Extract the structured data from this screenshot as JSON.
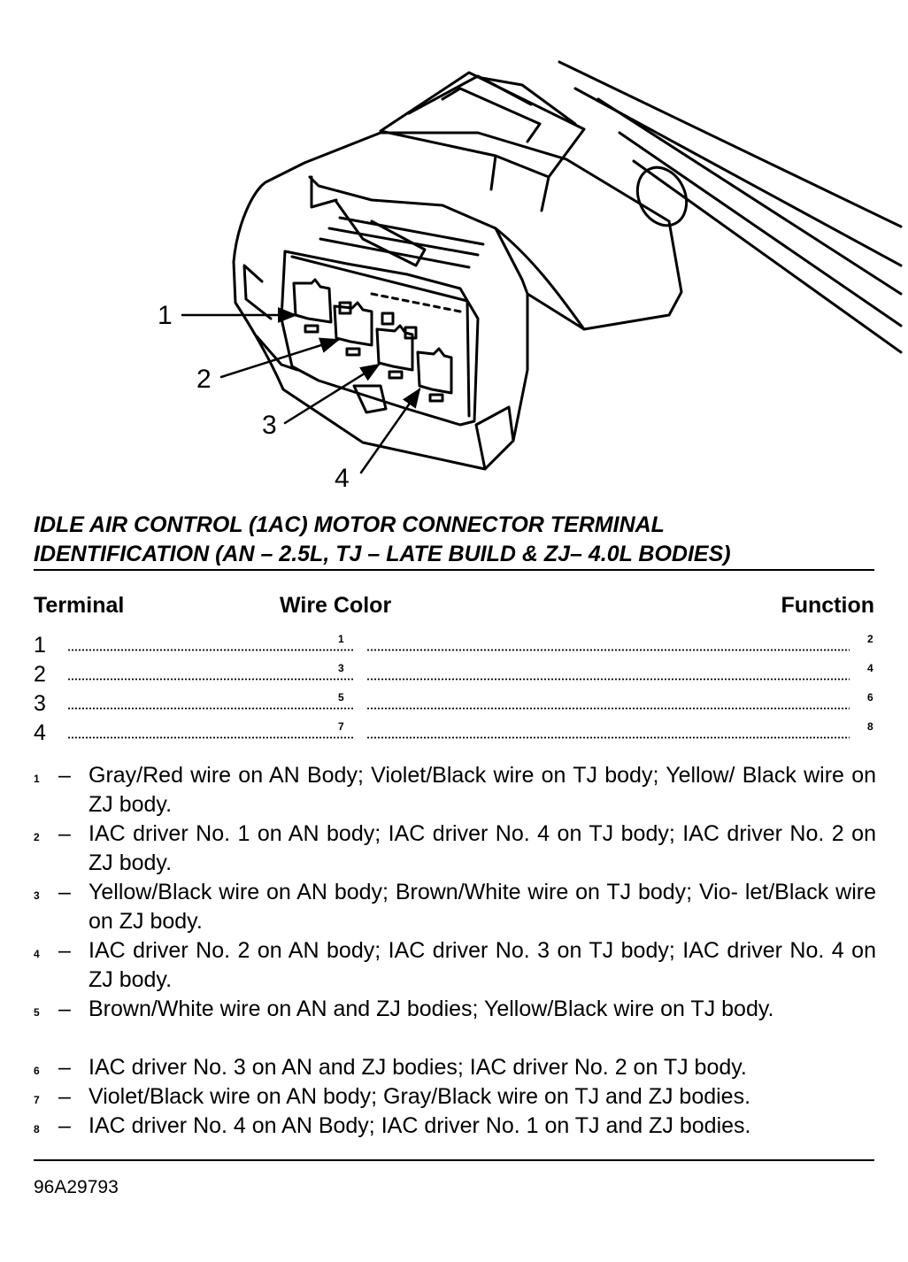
{
  "callouts": [
    "1",
    "2",
    "3",
    "4"
  ],
  "title_line1": "IDLE AIR CONTROL (1AC) MOTOR CONNECTOR TERMINAL",
  "title_line2": "IDENTIFICATION (AN – 2.5L, TJ – LATE BUILD & ZJ– 4.0L BODIES)",
  "headers": {
    "terminal": "Terminal",
    "wire_color": "Wire Color",
    "function": "Function"
  },
  "rows": [
    {
      "terminal": "1",
      "wire_ref": "1",
      "function_ref": "2"
    },
    {
      "terminal": "2",
      "wire_ref": "3",
      "function_ref": "4"
    },
    {
      "terminal": "3",
      "wire_ref": "5",
      "function_ref": "6"
    },
    {
      "terminal": "4",
      "wire_ref": "7",
      "function_ref": "8"
    }
  ],
  "notes": [
    {
      "ref": "1",
      "text": "Gray/Red wire on AN Body; Violet/Black wire on TJ body; Yellow/ Black wire on ZJ body."
    },
    {
      "ref": "2",
      "text": "IAC driver No. 1 on AN body; IAC driver No. 4 on TJ body; IAC driver No. 2 on ZJ body."
    },
    {
      "ref": "3",
      "text": "Yellow/Black wire on AN body; Brown/White wire on TJ body; Vio- let/Black wire on ZJ body."
    },
    {
      "ref": "4",
      "text": "IAC driver No. 2 on AN body; IAC driver No. 3 on TJ body; IAC driver No. 4 on ZJ body."
    },
    {
      "ref": "5",
      "text": "Brown/White wire on AN and ZJ bodies; Yellow/Black wire on TJ body."
    },
    {
      "ref": "6",
      "text": "IAC driver No. 3 on AN and ZJ bodies; IAC driver No. 2 on TJ body."
    },
    {
      "ref": "7",
      "text": "Violet/Black wire on AN body; Gray/Black wire on TJ and ZJ bodies."
    },
    {
      "ref": "8",
      "text": "IAC driver No. 4 on AN Body; IAC driver No. 1 on TJ and ZJ bodies."
    }
  ],
  "dash": "–",
  "figure_id": "96A29793"
}
